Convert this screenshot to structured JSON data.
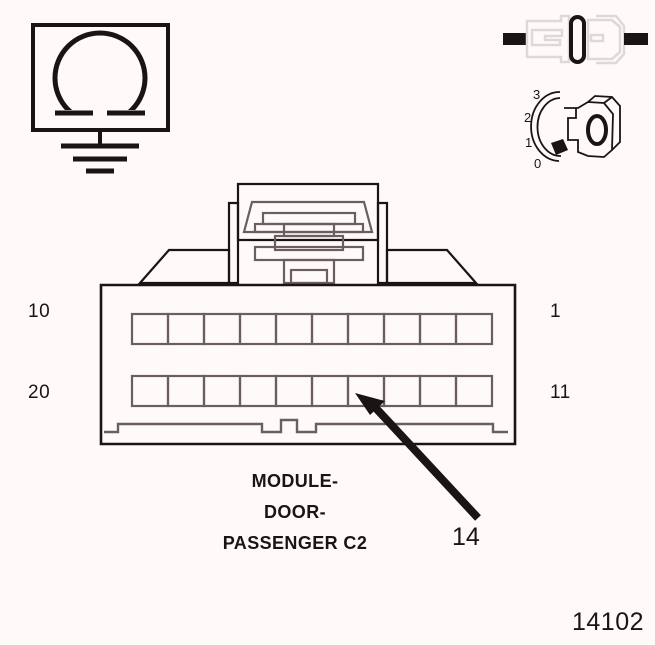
{
  "figure": {
    "number": "14102",
    "background_color": "#fffafa",
    "ink_color": "#1a1414",
    "light_outline_color": "#e8e2e2",
    "mid_outline_color": "#6b5e5e"
  },
  "ohmmeter_symbol": {
    "name": "ohmmeter-with-ground",
    "glyph": "omega-in-box",
    "description": "Ohmmeter symbol: omega inside rectangle with chassis ground below"
  },
  "disconnect_symbol": {
    "name": "connector-disconnected",
    "description": "Two-piece connector shown separated with black terminal ends"
  },
  "ignition_key_symbol": {
    "name": "ignition-key-switch",
    "positions": [
      "3",
      "2",
      "1",
      "0"
    ],
    "key_glyph": "0",
    "description": "Ignition key switch rotated positions 0 through 3"
  },
  "connector": {
    "name": "module-door-passenger-c2",
    "caption_lines": [
      "MODULE-",
      "DOOR-",
      "PASSENGER C2"
    ],
    "rows": [
      {
        "name": "top-row",
        "cavity_count": 10,
        "left_label": "10",
        "right_label": "1"
      },
      {
        "name": "bottom-row",
        "cavity_count": 10,
        "left_label": "20",
        "right_label": "11"
      }
    ]
  },
  "callout": {
    "name": "pin-14-callout",
    "label": "14",
    "target_row": "bottom-row",
    "target_cavity_index": 7
  }
}
